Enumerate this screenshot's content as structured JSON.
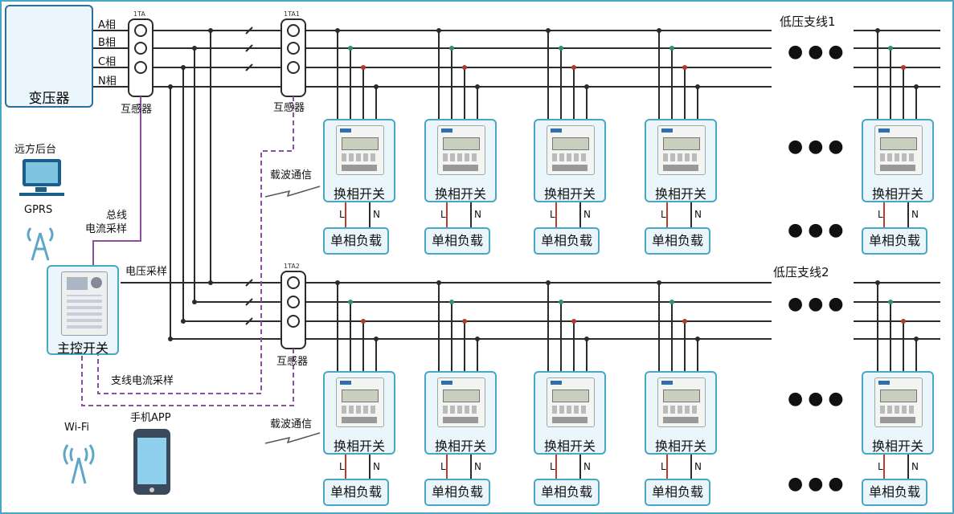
{
  "transformer": {
    "label": "变压器"
  },
  "phases": [
    "A相",
    "B相",
    "C相",
    "N相"
  ],
  "ct_tags": {
    "main": "1TA",
    "branch1": "1TA1",
    "branch2": "1TA2"
  },
  "ct_label": "互感器",
  "branch_labels": [
    "低压支线1",
    "低压支线2"
  ],
  "side_labels": {
    "remote": "远方后台",
    "gprs": "GPRS",
    "bus_current": "总线\n电流采样",
    "voltage": "电压采样",
    "master": "主控开关",
    "branch_current": "支线电流采样",
    "carrier": "载波通信",
    "wifi": "Wi-Fi",
    "app": "手机APP"
  },
  "switch_label": "换相开关",
  "load_label": "单相负载",
  "load_terminals": {
    "L": "L",
    "N": "N"
  },
  "ellipsis": "●●●",
  "colors": {
    "accent": "#47a7c4",
    "bus": "#2b2b2b",
    "phase_b": "#2f8f6f",
    "phase_c": "#b03a2e",
    "comm": "#8a4fa0"
  }
}
